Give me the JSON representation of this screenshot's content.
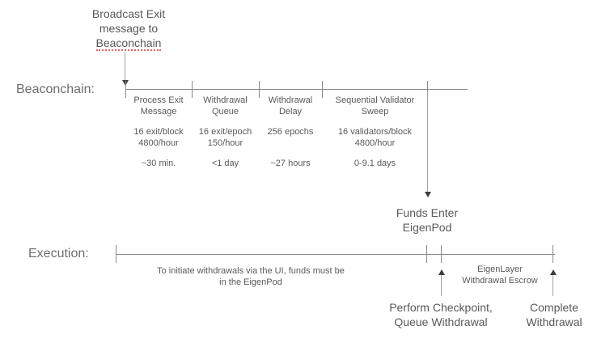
{
  "colors": {
    "text": "#595959",
    "row_label": "#6e6e6e",
    "timeline_line": "#8a8a8a",
    "arrow_head": "#3d3d3d",
    "spellcheck_underline": "#e06060"
  },
  "broadcast_note": {
    "line1": "Broadcast Exit",
    "line2": "message to",
    "line3": "Beaconchain"
  },
  "beaconchain": {
    "label": "Beaconchain:",
    "segments": [
      {
        "title1": "Process Exit",
        "title2": "Message",
        "rate1": "16 exit/block",
        "rate2": "4800/hour",
        "duration": "~30 min."
      },
      {
        "title1": "Withdrawal",
        "title2": "Queue",
        "rate1": "16 exit/epoch",
        "rate2": "150/hour",
        "duration": "<1 day"
      },
      {
        "title1": "Withdrawal",
        "title2": "Delay",
        "rate1": "256 epochs",
        "rate2": "",
        "duration": "~27 hours"
      },
      {
        "title1": "Sequential Validator",
        "title2": "Sweep",
        "rate1": "16 validators/block",
        "rate2": "4800/hour",
        "duration": "0-9.1 days"
      }
    ]
  },
  "funds_enter": {
    "line1": "Funds Enter",
    "line2": "EigenPod"
  },
  "execution": {
    "label": "Execution:",
    "initiate_note_line1": "To initiate withdrawals via the UI, funds must be",
    "initiate_note_line2": "in the EigenPod",
    "escrow_line1": "EigenLayer",
    "escrow_line2": "Withdrawal Escrow"
  },
  "perform_checkpoint": {
    "line1": "Perform Checkpoint,",
    "line2": "Queue Withdrawal"
  },
  "complete_withdrawal": {
    "line1": "Complete",
    "line2": "Withdrawal"
  }
}
